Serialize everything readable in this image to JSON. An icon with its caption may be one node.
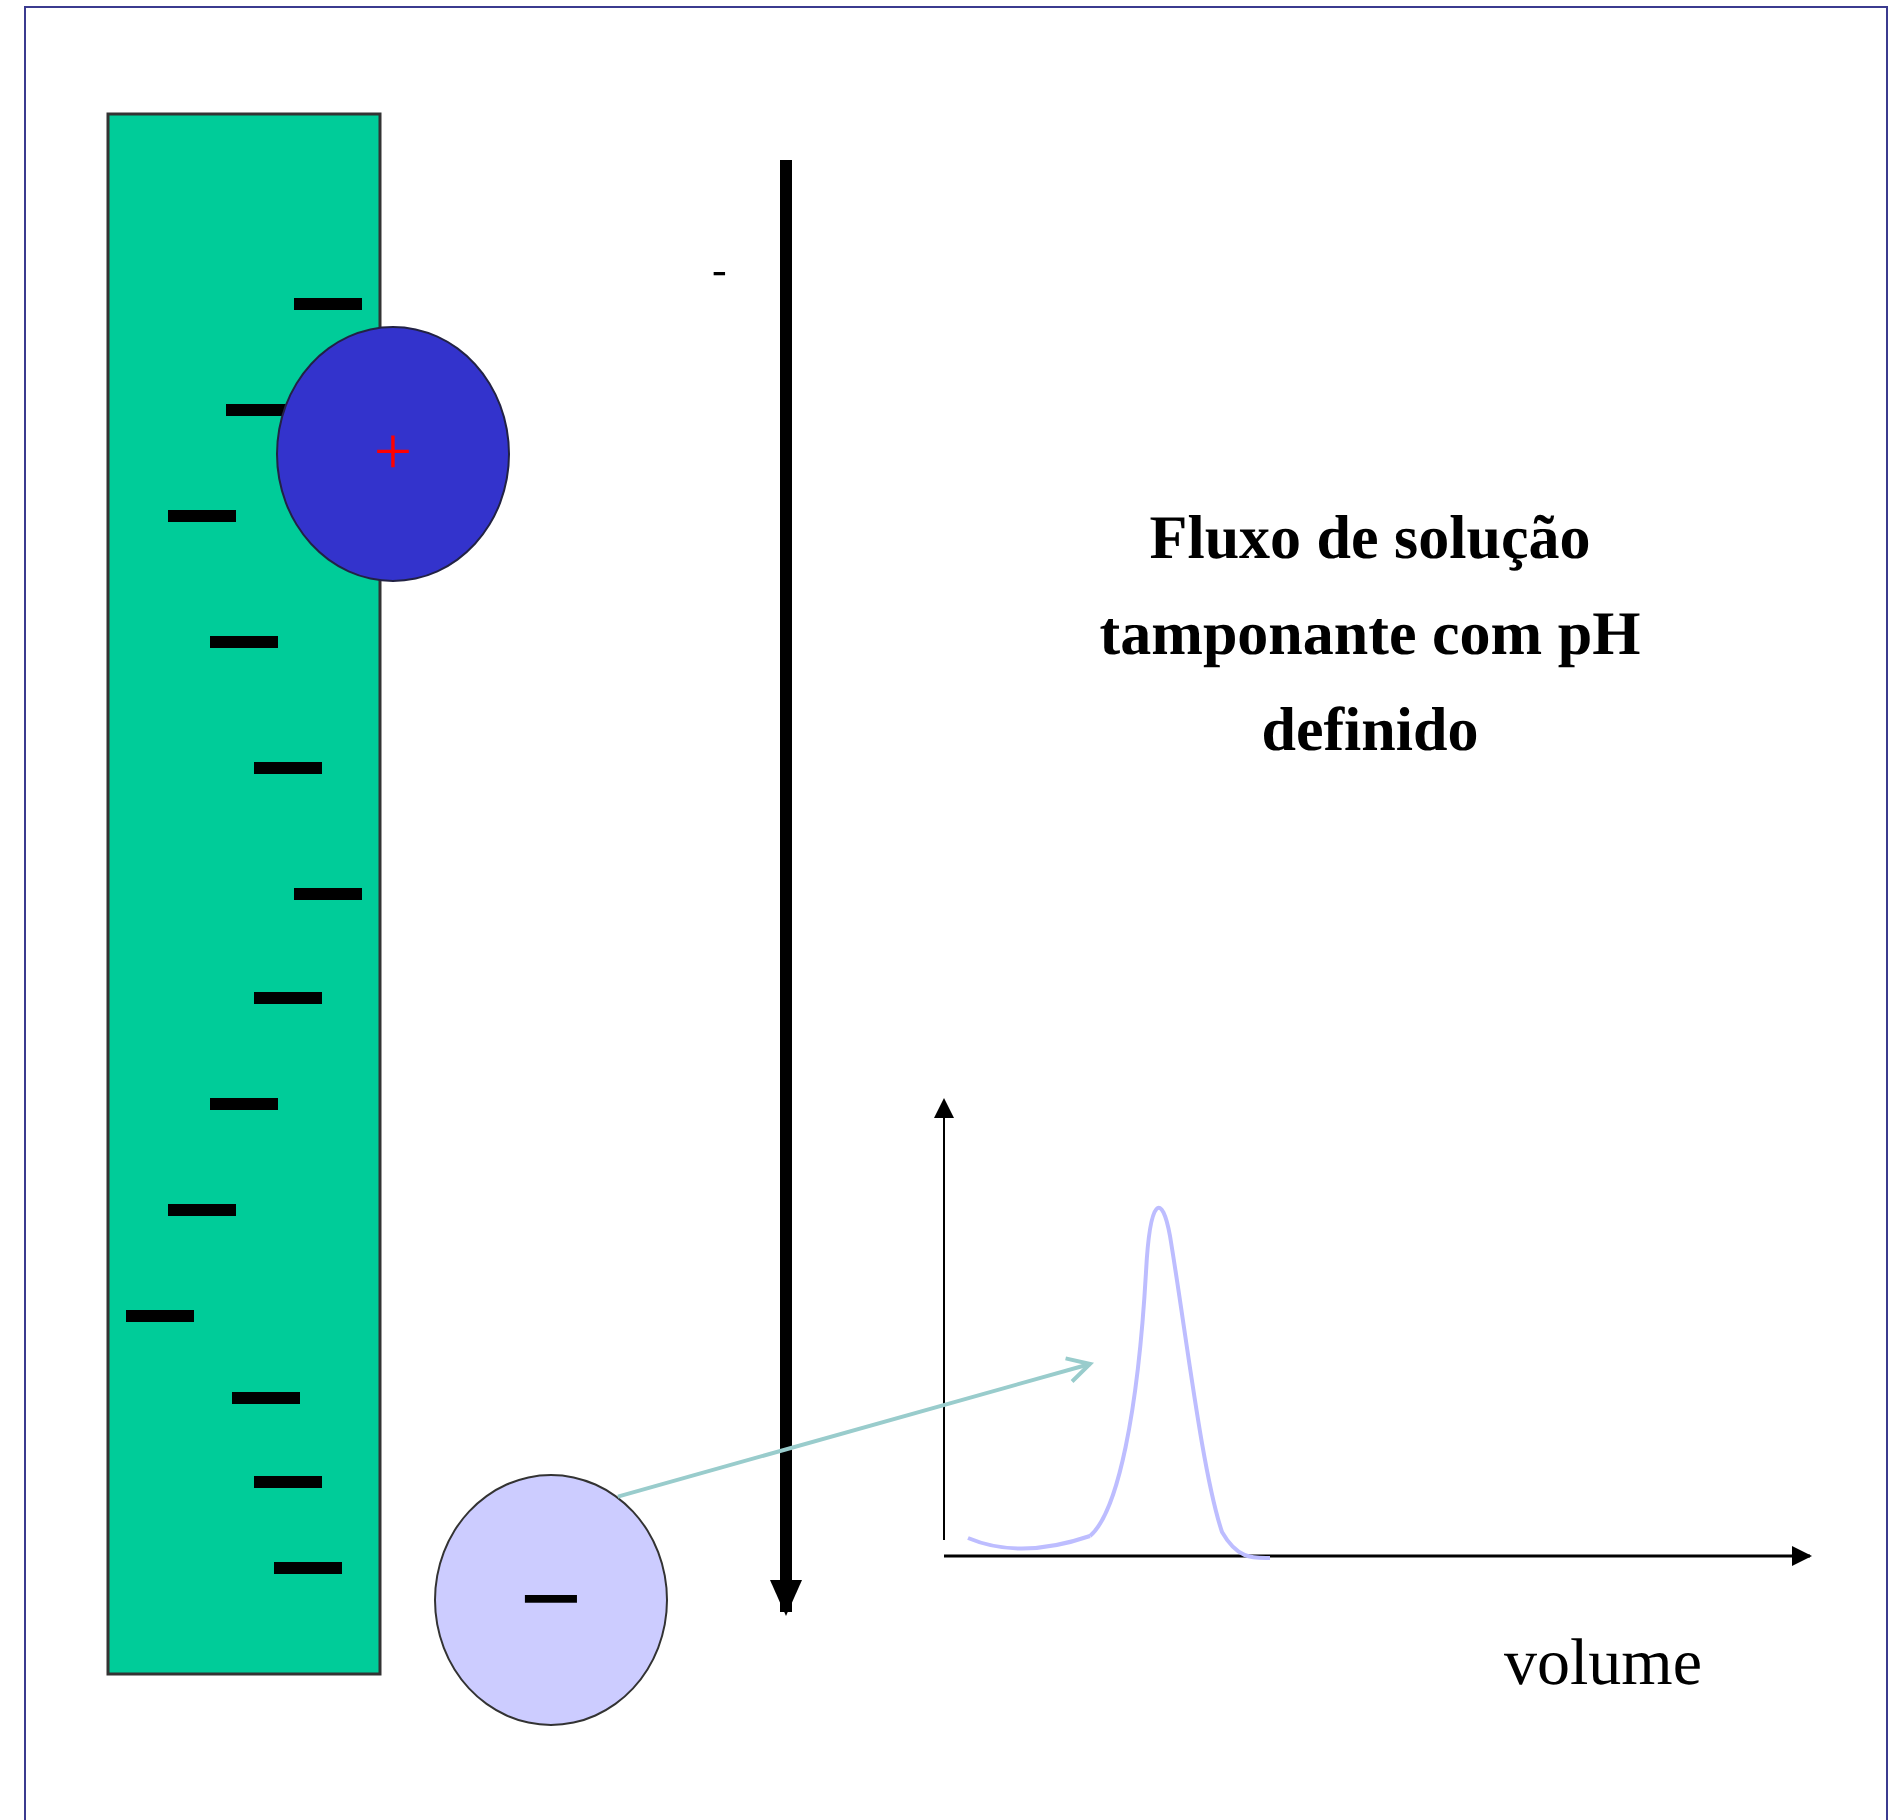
{
  "diagram": {
    "nodes": [
      {
        "text": [
          "+"
        ]
      },
      {
        "text": [
          "−"
        ]
      },
      {
        "text": [],
        "shape": "picture"
      }
    ],
    "edges": [
      {
        "from": 1,
        "to": 2,
        "arrow": "to"
      }
    ],
    "labels": [
      "-",
      "Fluxo de solução tamponante com pH definido",
      "volume"
    ]
  }
}
